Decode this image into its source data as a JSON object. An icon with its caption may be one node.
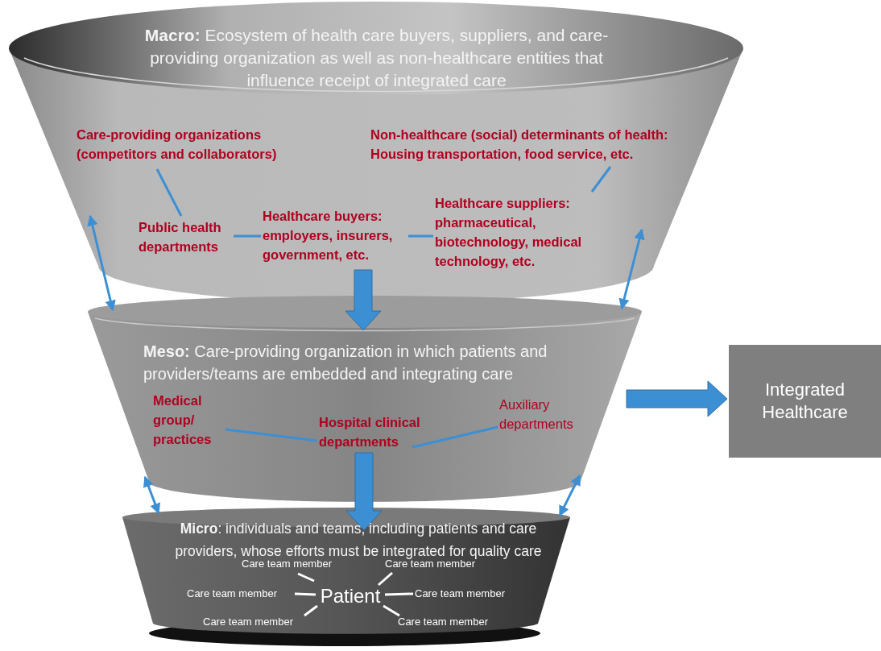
{
  "diagram": {
    "nodes": [
      {
        "text": [
          "**Macro:** Ecosystem of health care buyers, suppliers, and care-providing organization as well as non-healthcare entities that influence receipt of integrated care"
        ]
      },
      {
        "text": [
          "Care-providing organizations (competitors and collaborators)"
        ],
        "in": 0
      },
      {
        "text": [
          "Non-healthcare (social) determinants of health: Housing transportation, food service, etc."
        ],
        "in": 0
      },
      {
        "text": [
          "Public health departments"
        ],
        "in": 0
      },
      {
        "text": [
          "Healthcare buyers: employers, insurers, government, etc."
        ],
        "in": 0
      },
      {
        "text": [
          "Healthcare suppliers: pharmaceutical, biotechnology, medical technology, etc."
        ],
        "in": 0
      },
      {
        "text": [
          "**Meso:** Care-providing organization in which patients and providers/teams are embedded and integrating care"
        ]
      },
      {
        "text": [
          "Medical group/ practices"
        ],
        "in": 6
      },
      {
        "text": [
          "Hospital clinical departments"
        ],
        "in": 6
      },
      {
        "text": [
          "Auxiliary departments"
        ],
        "in": 6
      },
      {
        "text": [
          "**Micro**: individuals and teams, including patients and care providers, whose efforts must be integrated for quality care"
        ]
      },
      {
        "text": [
          "Patient"
        ],
        "in": 10
      },
      {
        "text": [
          "Care team member"
        ],
        "in": 10
      },
      {
        "text": [
          "Care team member"
        ],
        "in": 10
      },
      {
        "text": [
          "Care team member"
        ],
        "in": 10
      },
      {
        "text": [
          "Care team member"
        ],
        "in": 10
      },
      {
        "text": [
          "Care team member"
        ],
        "in": 10
      },
      {
        "text": [
          "Care team member"
        ],
        "in": 10
      },
      {
        "text": [
          "Integrated Healthcare"
        ]
      }
    ],
    "edges": [
      {
        "from": 1,
        "to": 3,
        "arrow": "none"
      },
      {
        "from": 3,
        "to": 4,
        "arrow": "none"
      },
      {
        "from": 4,
        "to": 5,
        "arrow": "none"
      },
      {
        "from": 5,
        "to": 2,
        "arrow": "none"
      },
      {
        "from": 0,
        "to": 6,
        "arrow": "to",
        "style": "thick"
      },
      {
        "from": 0,
        "to": 6,
        "arrow": "both"
      },
      {
        "from": 0,
        "to": 6,
        "arrow": "both"
      },
      {
        "from": 7,
        "to": 8,
        "arrow": "none"
      },
      {
        "from": 8,
        "to": 9,
        "arrow": "none"
      },
      {
        "from": 6,
        "to": 10,
        "arrow": "to",
        "style": "thick"
      },
      {
        "from": 6,
        "to": 10,
        "arrow": "both"
      },
      {
        "from": 6,
        "to": 10,
        "arrow": "both"
      },
      {
        "from": 6,
        "to": 18,
        "arrow": "to",
        "style": "thick"
      },
      {
        "from": 11,
        "to": 12,
        "arrow": "none",
        "color": "#ffffff"
      },
      {
        "from": 11,
        "to": 13,
        "arrow": "none",
        "color": "#ffffff"
      },
      {
        "from": 11,
        "to": 14,
        "arrow": "none",
        "color": "#ffffff"
      },
      {
        "from": 11,
        "to": 15,
        "arrow": "none",
        "color": "#ffffff"
      },
      {
        "from": 11,
        "to": 16,
        "arrow": "none",
        "color": "#ffffff"
      },
      {
        "from": 11,
        "to": 17,
        "arrow": "none",
        "color": "#ffffff"
      }
    ]
  }
}
